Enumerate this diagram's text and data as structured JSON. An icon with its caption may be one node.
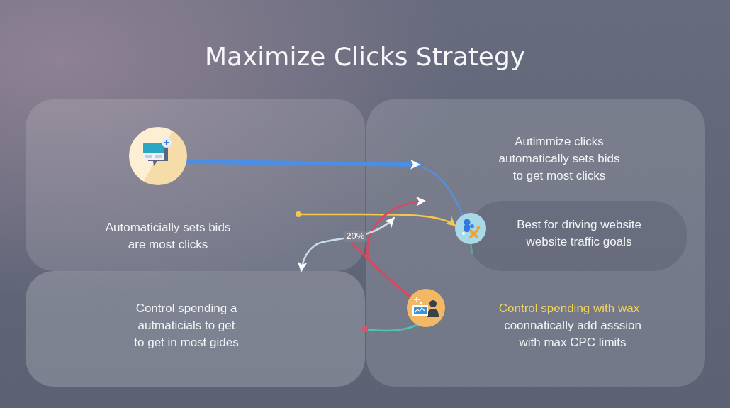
{
  "diagram": {
    "title": "Maximize Clicks Strategy",
    "nodes": [
      {
        "text": [
          "Automaticially sets bids are most clicks"
        ]
      },
      {
        "text": [],
        "shape": "circle",
        "in": 0
      },
      {
        "text": [
          "Autimmize clicks automatically sets bids to get most clicks",
          "Control spending with wax",
          "coonnatically add asssion with max CPC limits"
        ]
      },
      {
        "text": [],
        "shape": "circle",
        "in": 2
      },
      {
        "text": [
          "Best for driving website website traffic goals"
        ],
        "in": 2
      },
      {
        "text": [],
        "shape": "circle",
        "in": 2
      },
      {
        "text": [
          "Control spending a autmaticials to get to get in most gides"
        ]
      }
    ],
    "edges": [
      {
        "from": 1,
        "to": null,
        "arrow": "to",
        "style": "thick",
        "color": "#4a8fe3"
      },
      {
        "from": null,
        "to": 3,
        "arrow": "none",
        "color": "#5b8ed6"
      },
      {
        "from": null,
        "to": 3,
        "arrow": "to",
        "color": "#f2c94c"
      },
      {
        "from": 5,
        "to": null,
        "arrow": "to",
        "color": "#d9485f"
      },
      {
        "from": 5,
        "to": null,
        "arrow": "none",
        "color": "#d9485f"
      },
      {
        "from": 6,
        "to": null,
        "arrow": "both",
        "label": "20%",
        "color": "#c9dcea"
      },
      {
        "from": 5,
        "to": 6,
        "arrow": "other",
        "color": "#4fc3b5"
      },
      {
        "from": 3,
        "to": 4,
        "arrow": "none",
        "color": "#4fae93"
      }
    ]
  }
}
